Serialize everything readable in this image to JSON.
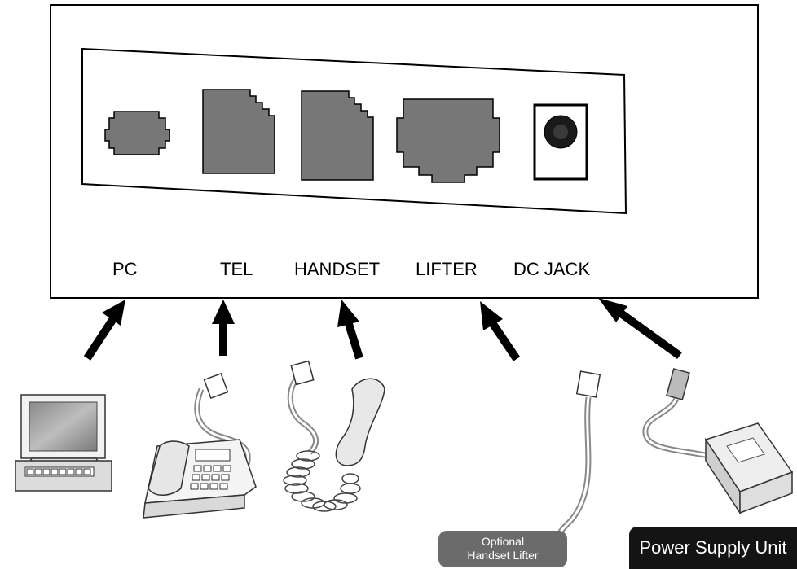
{
  "ports": [
    {
      "id": "pc",
      "label": "PC"
    },
    {
      "id": "tel",
      "label": "TEL"
    },
    {
      "id": "handset",
      "label": "HANDSET"
    },
    {
      "id": "lifter",
      "label": "LIFTER"
    },
    {
      "id": "dcjack",
      "label": "DC JACK"
    }
  ],
  "devices": {
    "lifter_tag": [
      "Optional",
      "Handset Lifter"
    ],
    "psu_tag": "Power Supply Unit"
  },
  "colors": {
    "port_fill": "#777777",
    "arrow": "#000000",
    "lifter_tag_bg": "#6b6b6b",
    "psu_tag_bg": "#141414"
  },
  "icons": [
    "computer-icon",
    "desk-phone-icon",
    "handset-icon",
    "lifter-cable-icon",
    "power-adapter-icon"
  ]
}
